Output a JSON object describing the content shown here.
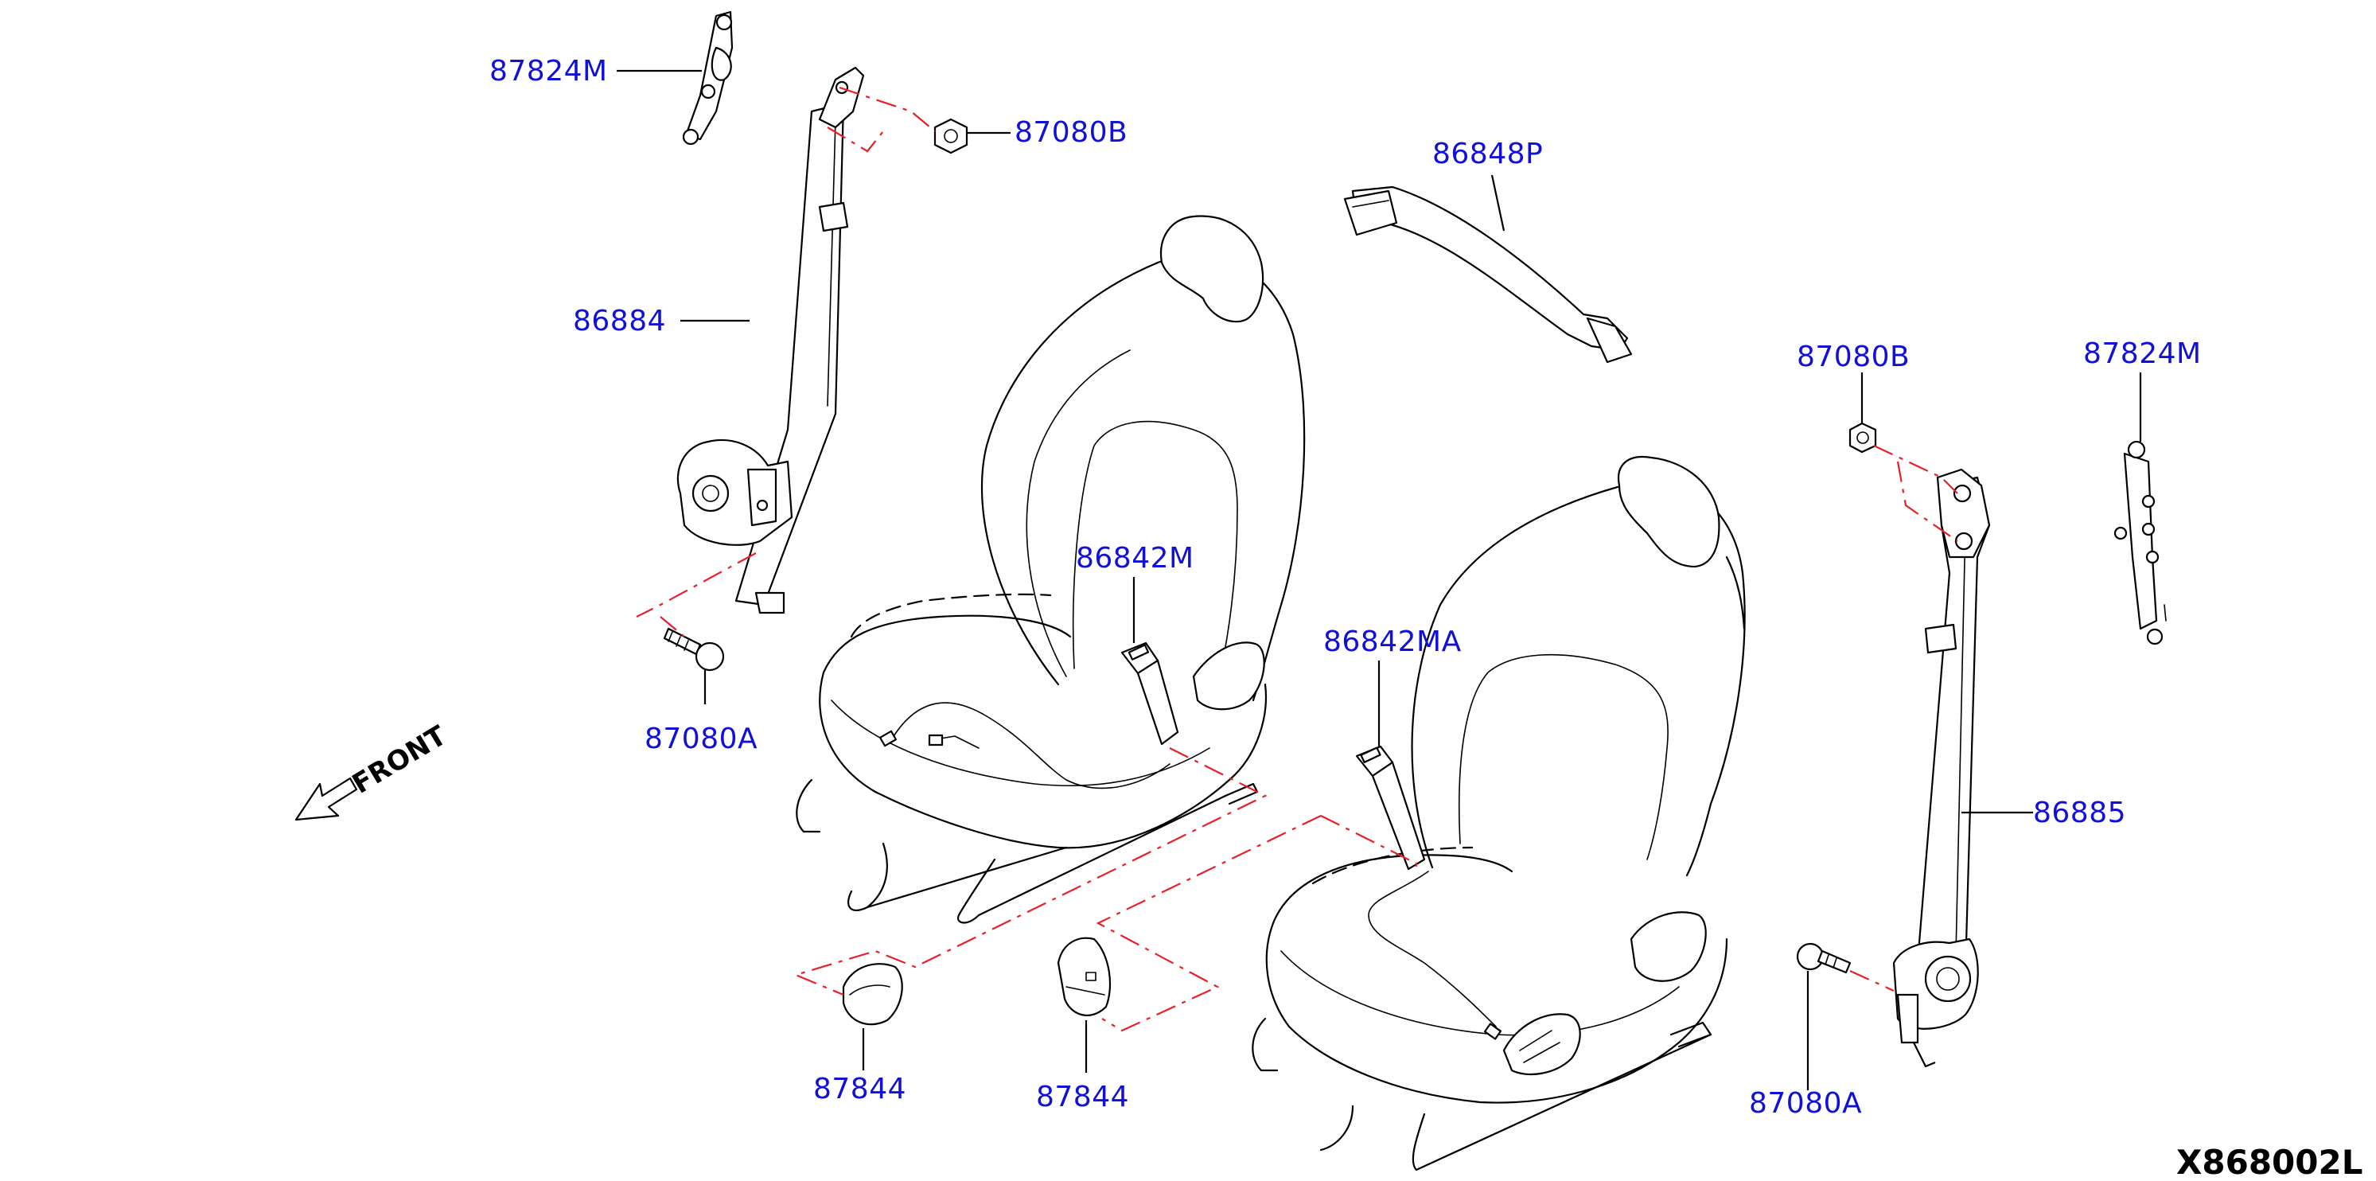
{
  "labels": {
    "bracket_left": "87824M",
    "nut_left": "87080B",
    "belt_front_left": "86884",
    "bolt_left": "87080A",
    "belt_rear_center": "86848P",
    "nut_right": "87080B",
    "bracket_right": "87824M",
    "buckle_left": "86842M",
    "buckle_right": "86842MA",
    "belt_front_right": "86885",
    "bolt_right": "87080A",
    "cover_left": "87844",
    "cover_right": "87844"
  },
  "front_indicator": "FRONT",
  "diagram_code": "X868002L",
  "colors": {
    "callout": "#1010d8",
    "hidden_line": "#e8202a",
    "linework": "#000000"
  }
}
